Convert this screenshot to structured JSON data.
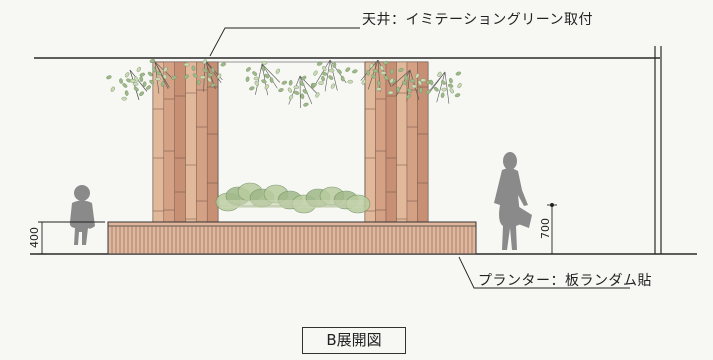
{
  "annotations": {
    "ceiling": "天井：イミテーショングリーン取付",
    "planter": "プランター：板ランダム貼"
  },
  "dimensions": {
    "left_height": "400",
    "right_height": "700"
  },
  "title": "B展開図",
  "colors": {
    "line": "#2a2a2a",
    "wood_light": "#e2b89a",
    "wood_mid": "#d4a184",
    "wood_dark": "#c78f73",
    "leaf": "#9fb889",
    "leaf_dark": "#6f8f62",
    "silhouette": "#8a8a8a",
    "planter": "#e0b79c"
  }
}
